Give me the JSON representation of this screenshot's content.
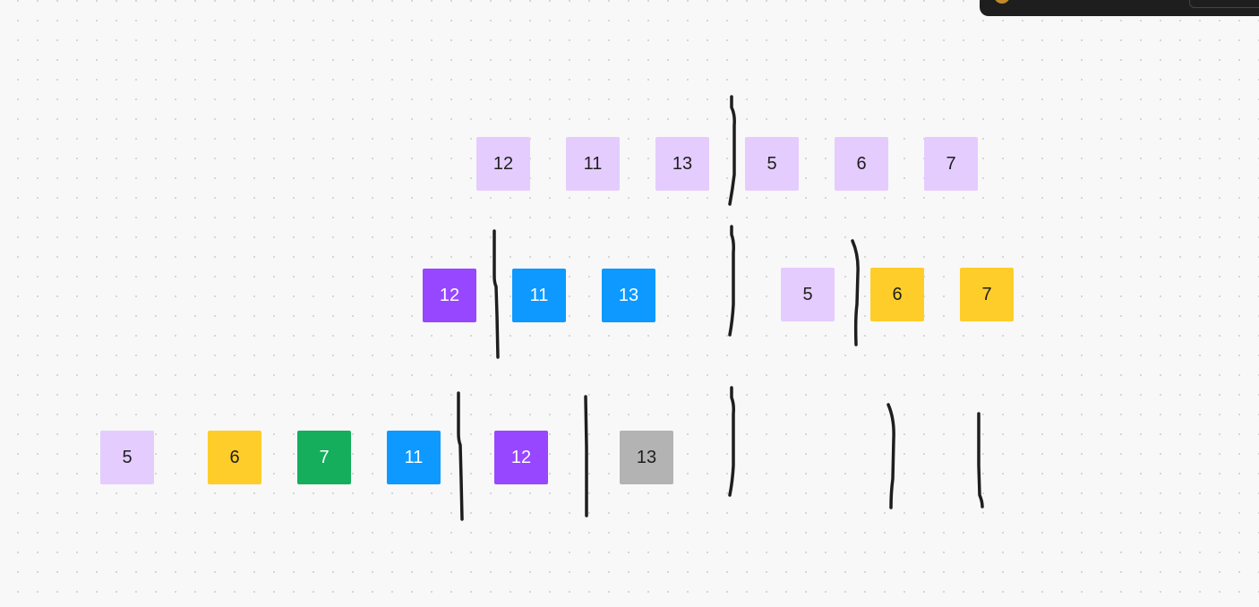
{
  "board": {
    "row1": [
      "12",
      "11",
      "13",
      "5",
      "6",
      "7"
    ],
    "row2": [
      "12",
      "11",
      "13",
      "5",
      "6",
      "7"
    ],
    "row3": [
      "5",
      "6",
      "7",
      "11",
      "12",
      "13"
    ]
  },
  "sticky_colors": {
    "lilac": "#e4ccff",
    "purple": "#9747ff",
    "blue": "#0d99ff",
    "yellow": "#ffcd29",
    "green": "#14ae5c",
    "gray": "#b3b3b3"
  },
  "toolbar": {
    "avatar_icon": "user-avatar-icon"
  }
}
